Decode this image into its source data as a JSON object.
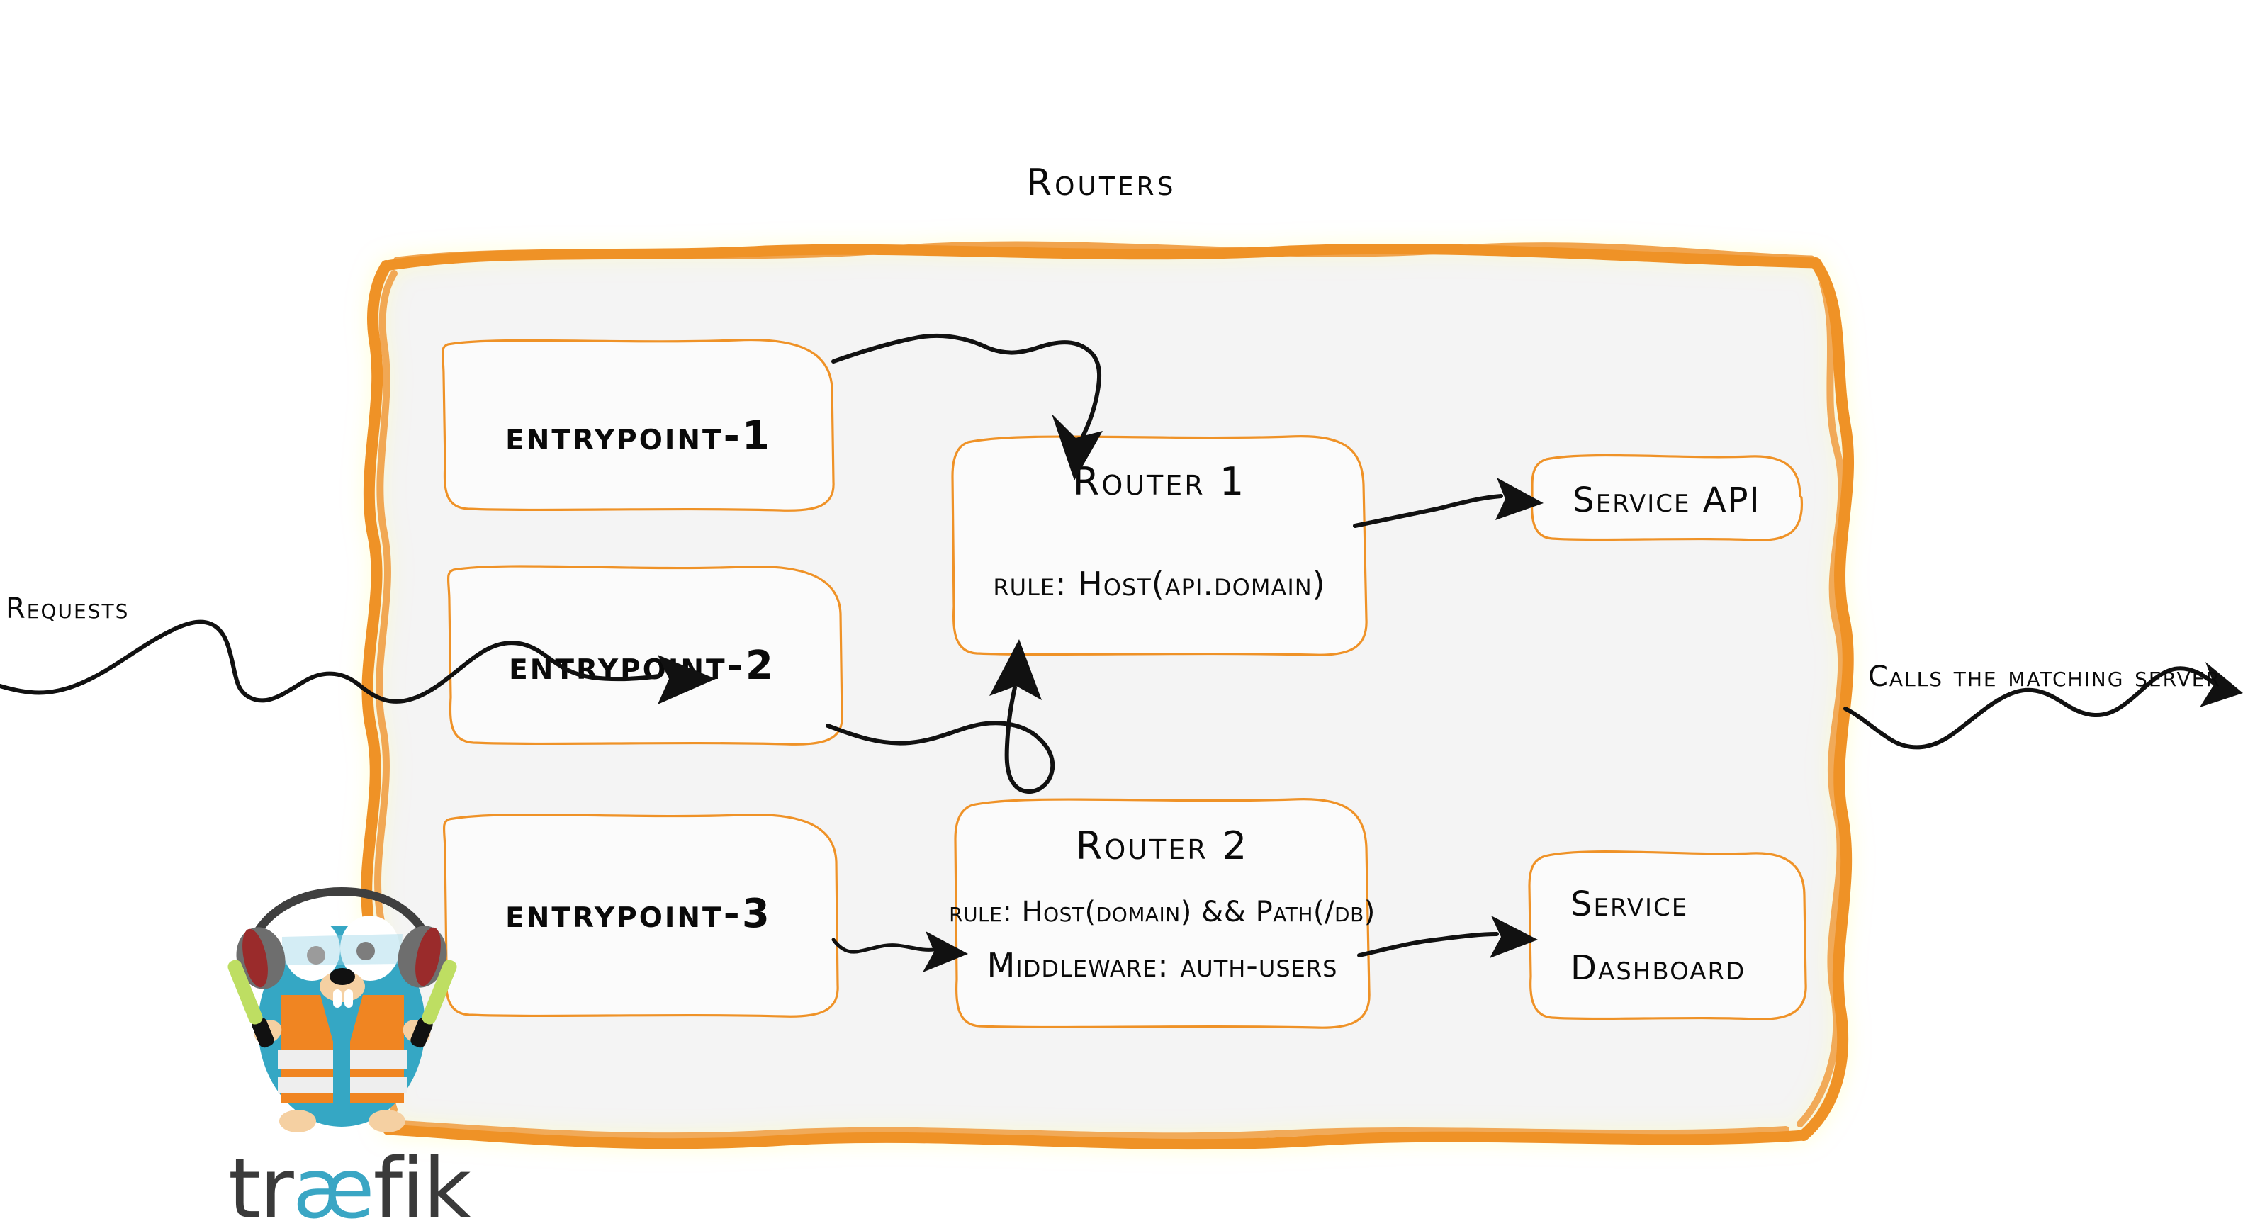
{
  "diagram": {
    "title": "Routers",
    "brand_color": "#ef9227",
    "panel_fill": "#f4f4f4",
    "ink_color": "#111111",
    "gopher_body_color": "#35a7c4",
    "gopher_vest_color": "#f08522",
    "logo_text_color": "#3a3a3a"
  },
  "entrypoints": [
    {
      "label": "entrypoint-1"
    },
    {
      "label": "entrypoint-2"
    },
    {
      "label": "entrypoint-3"
    }
  ],
  "routers": [
    {
      "name": "Router 1",
      "rule": "rule: Host(api.domain)",
      "middleware": ""
    },
    {
      "name": "Router 2",
      "rule": "rule: Host(domain) && Path(/db)",
      "middleware": "Middleware: auth-users"
    }
  ],
  "services": [
    {
      "line1": "Service API",
      "line2": ""
    },
    {
      "line1": "Service",
      "line2": "Dashboard"
    }
  ],
  "side_labels": {
    "left": "Requests",
    "right": "Calls the matching server"
  },
  "logo": {
    "prefix": "tr",
    "ligature": "æ",
    "suffix": "fik",
    "alt": "traefik"
  }
}
